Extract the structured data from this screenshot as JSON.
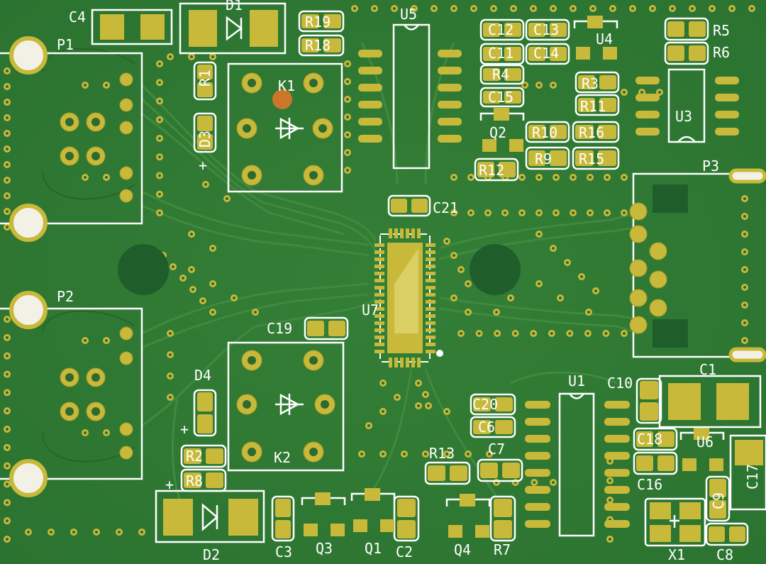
{
  "labels": {
    "C4": "C4",
    "D1": "D1",
    "R19": "R19",
    "R18": "R18",
    "U5": "U5",
    "C12": "C12",
    "C13": "C13",
    "C11": "C11",
    "C14": "C14",
    "U4": "U4",
    "R5": "R5",
    "R6": "R6",
    "P1": "P1",
    "R1": "R1",
    "K1": "K1",
    "R4": "R4",
    "R3": "R3",
    "C15": "C15",
    "R11": "R11",
    "D3": "D3",
    "Q2": "Q2",
    "R10": "R10",
    "R16": "R16",
    "U3": "U3",
    "R9": "R9",
    "R15": "R15",
    "R12": "R12",
    "P3": "P3",
    "C21": "C21",
    "P2": "P2",
    "U7": "U7",
    "C19": "C19",
    "D4": "D4",
    "U1": "U1",
    "C10": "C10",
    "C1": "C1",
    "C20": "C20",
    "C6": "C6",
    "C18": "C18",
    "U6": "U6",
    "R13": "R13",
    "C7": "C7",
    "R2": "R2",
    "K2": "K2",
    "C16": "C16",
    "C17": "C17",
    "R8": "R8",
    "C9": "C9",
    "D2": "D2",
    "C3": "C3",
    "Q3": "Q3",
    "Q1": "Q1",
    "C2": "C2",
    "Q4": "Q4",
    "R7": "R7",
    "X1": "X1",
    "C8": "C8",
    "plus": "+"
  },
  "colors": {
    "board": "#2f7a34",
    "copper": "#c8b93a",
    "silkscreen": "#ffffff"
  }
}
